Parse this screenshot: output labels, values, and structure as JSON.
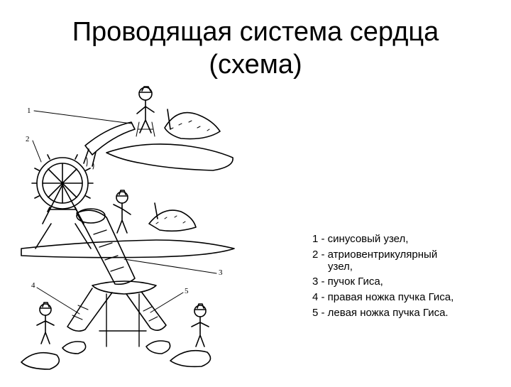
{
  "title": {
    "line1": "Проводящая система сердца",
    "line2": "(схема)"
  },
  "figure": {
    "labels": [
      "1",
      "2",
      "3",
      "4",
      "5"
    ]
  },
  "legend": {
    "items": [
      {
        "text": "1 - синусовый узел,"
      },
      {
        "text": "2 - атриовентрикулярный",
        "cont": "узел,"
      },
      {
        "text": "3 - пучок Гиса,"
      },
      {
        "text": "4 - правая ножка пучка Гиса,"
      },
      {
        "text": "5 - левая ножка пучка Гиса."
      }
    ]
  }
}
